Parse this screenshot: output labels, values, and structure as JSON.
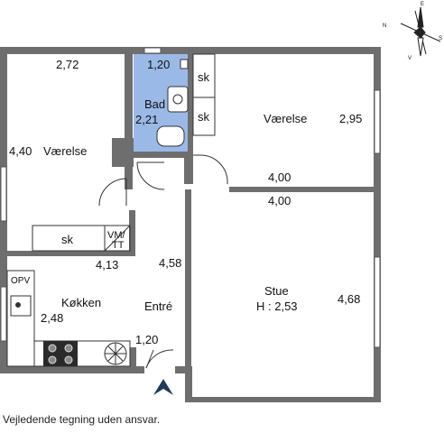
{
  "colors": {
    "wall": "#6e6e6e",
    "bathroom": "#9bb9e6",
    "entrance": "#1f3a5a",
    "line": "#333333"
  },
  "compass": {
    "n": "N",
    "s": "S",
    "e": "E",
    "v": "V"
  },
  "rooms": {
    "bedroom_left": {
      "name": "Værelse",
      "width": "2,72",
      "depth": "4,40"
    },
    "bathroom": {
      "name": "Bad",
      "width": "1,20",
      "depth": "2,21"
    },
    "bedroom_right": {
      "name": "Værelse",
      "depth": "2,95",
      "width": "4,00"
    },
    "living": {
      "name": "Stue",
      "width": "4,00",
      "depth": "4,68",
      "height": "H : 2,53"
    },
    "kitchen": {
      "name": "Køkken",
      "depth": "2,48",
      "width": "4,13"
    },
    "hall": {
      "name": "Entré",
      "depth": "4,58",
      "width": "1,20"
    }
  },
  "fixtures": {
    "closet_bath_top": "sk",
    "closet_bath_bottom": "sk",
    "closet_left_bedroom": "sk",
    "washer_line1": "VM/",
    "washer_line2": "TT",
    "storage": "OPV"
  },
  "disclaimer": "Vejledende tegning uden ansvar."
}
